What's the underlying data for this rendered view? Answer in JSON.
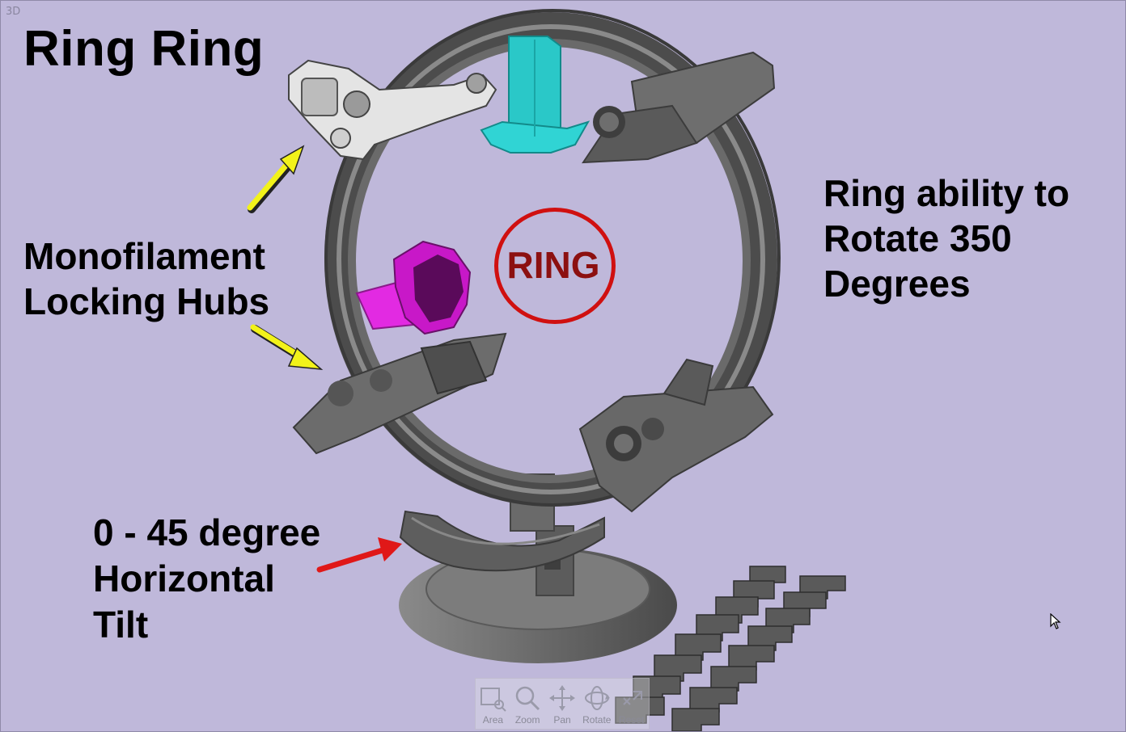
{
  "viewport": {
    "view_label": "3D"
  },
  "title": "Ring Ring",
  "annotations": {
    "hubs_line1": "Monofilament",
    "hubs_line2": "Locking Hubs",
    "tilt_line1": "0 - 45 degree",
    "tilt_line2": "Horizontal",
    "tilt_line3": "Tilt",
    "rotate_line1": "Ring ability to",
    "rotate_line2": "Rotate 350",
    "rotate_line3": "Degrees",
    "ring_badge": "RING"
  },
  "toolbar": {
    "area": "Area",
    "zoom": "Zoom",
    "pan": "Pan",
    "rotate": "Rotate",
    "reset": "Reset"
  },
  "colors": {
    "background": "#bfb8da",
    "part_gray": "#6e6e6e",
    "hub_white": "#e6e6e6",
    "hub_cyan": "#27c6c6",
    "hub_magenta": "#d419d4",
    "arrow_yellow": "#f2f21a",
    "arrow_red": "#e01818",
    "ring_badge": "#d01010"
  }
}
